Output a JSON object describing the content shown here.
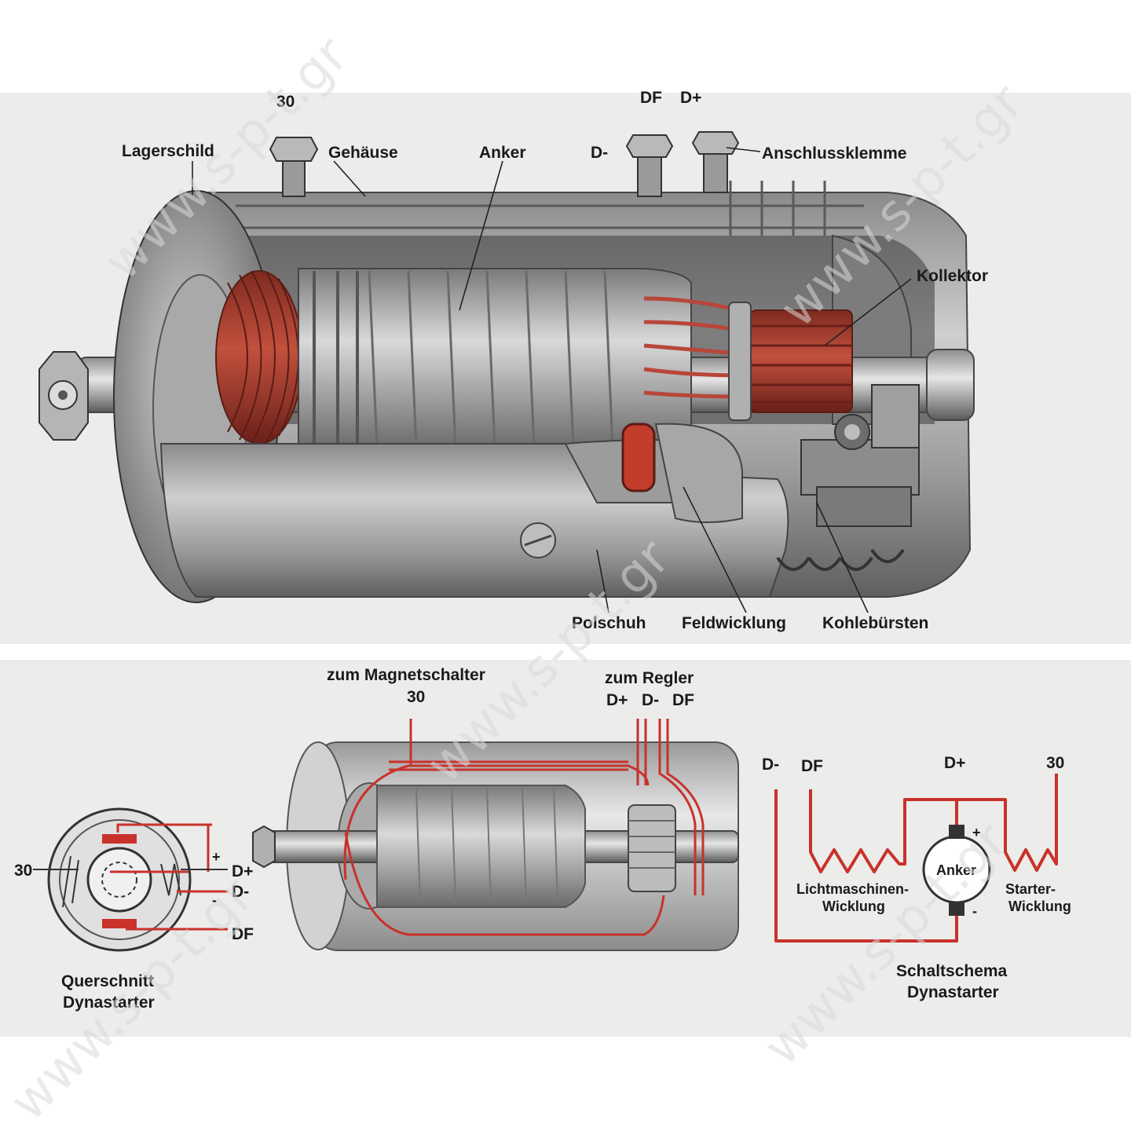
{
  "watermark": "www.s-p-t.gr",
  "colors": {
    "background": "#ececea",
    "wire_red": "#c8322a",
    "copper": "#a83a2c",
    "steel_dark": "#6d6d6d",
    "steel_light": "#c9c9c9"
  },
  "top_cutaway": {
    "terminals": {
      "t30": "30",
      "tDF": "DF",
      "tDplus": "D+",
      "tDminus": "D-"
    },
    "labels": {
      "lagerschild": "Lagerschild",
      "gehaeuse": "Gehäuse",
      "anker": "Anker",
      "anschlussklemme": "Anschlussklemme",
      "kollektor": "Kollektor",
      "polschuh": "Polschuh",
      "feldwicklung": "Feldwicklung",
      "kohlebuersten": "Kohlebürsten"
    }
  },
  "middle_diagram": {
    "zum_magnetschalter": "zum Magnetschalter",
    "t30": "30",
    "zum_regler": "zum Regler",
    "tDplus": "D+",
    "tDminus": "D-",
    "tDF": "DF"
  },
  "cross_section": {
    "t30": "30",
    "tDplus": "D+",
    "tDminus": "D-",
    "tDF": "DF",
    "plus": "+",
    "minus": "-",
    "title_line1": "Querschnitt",
    "title_line2": "Dynastarter"
  },
  "schematic": {
    "tDminus": "D-",
    "tDF": "DF",
    "tDplus": "D+",
    "t30": "30",
    "anker": "Anker",
    "plus": "+",
    "minus": "-",
    "licht_line1": "Lichtmaschinen-",
    "licht_line2": "Wicklung",
    "starter_line1": "Starter-",
    "starter_line2": "Wicklung",
    "title_line1": "Schaltschema",
    "title_line2": "Dynastarter"
  }
}
